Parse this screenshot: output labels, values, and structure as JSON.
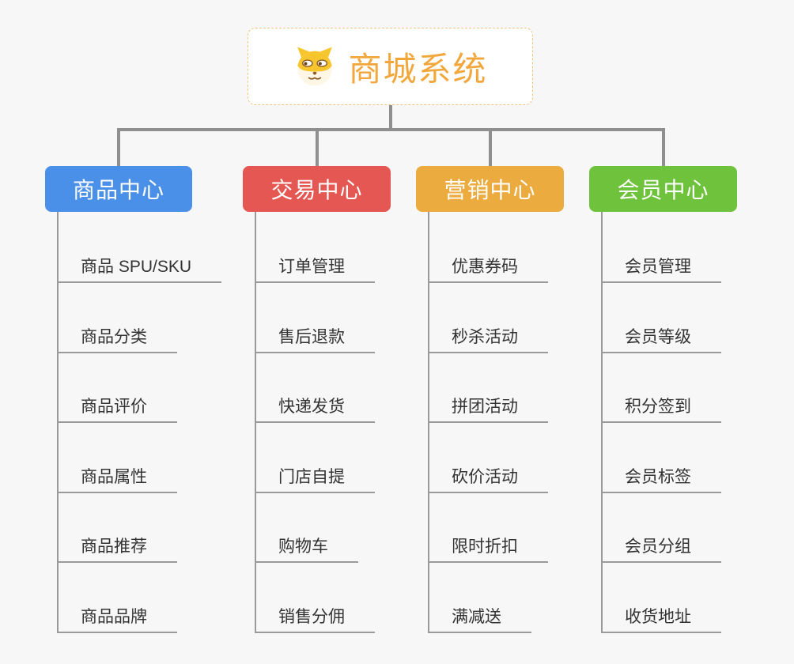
{
  "root": {
    "title": "商城系统",
    "icon": "dog-face-icon",
    "title_color": "#f2a73d",
    "border_color": "#f3c47b"
  },
  "connector_color": "#8f8f8f",
  "branches": [
    {
      "label": "商品中心",
      "color": "#4b90e8",
      "children": [
        "商品 SPU/SKU",
        "商品分类",
        "商品评价",
        "商品属性",
        "商品推荐",
        "商品品牌"
      ]
    },
    {
      "label": "交易中心",
      "color": "#e45752",
      "children": [
        "订单管理",
        "售后退款",
        "快递发货",
        "门店自提",
        "购物车",
        "销售分佣"
      ]
    },
    {
      "label": "营销中心",
      "color": "#ecab3e",
      "children": [
        "优惠券码",
        "秒杀活动",
        "拼团活动",
        "砍价活动",
        "限时折扣",
        "满减送"
      ]
    },
    {
      "label": "会员中心",
      "color": "#6ec23c",
      "children": [
        "会员管理",
        "会员等级",
        "积分签到",
        "会员标签",
        "会员分组",
        "收货地址"
      ]
    }
  ]
}
